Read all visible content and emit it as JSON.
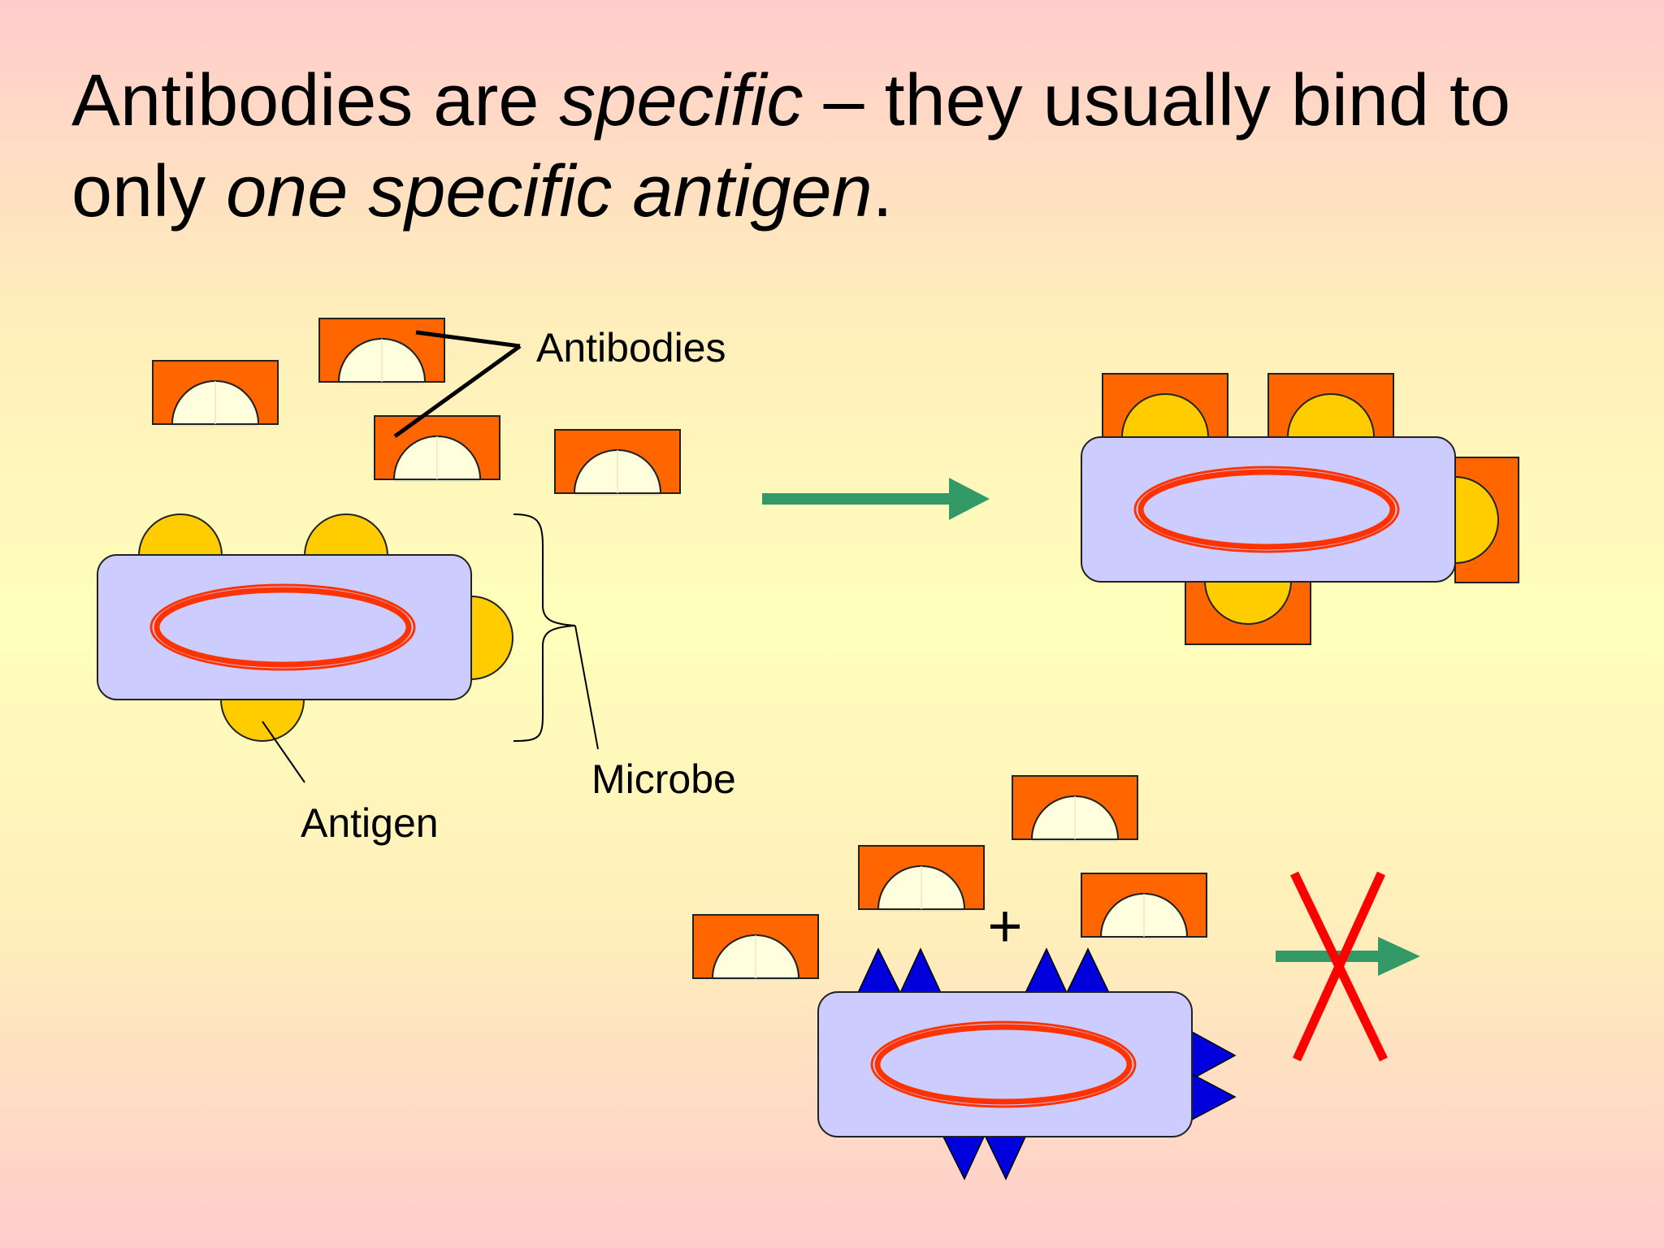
{
  "title": {
    "part1": "Antibodies are ",
    "em1": "specific",
    "part2": " – they usually bind to only ",
    "em2": "one specific antigen",
    "part3": "."
  },
  "labels": {
    "antibodies": "Antibodies",
    "antigen": "Antigen",
    "microbe": "Microbe",
    "plus": "+"
  },
  "colors": {
    "antibody_body": "#ff6600",
    "antibody_pocket": "#ffffdd",
    "antigen": "#ffcc00",
    "microbe_body": "#ccccff",
    "nucleoid_ring": "#ff3300",
    "mismatched_antigen": "#0000dd",
    "arrow": "#339966",
    "cross": "#ff0000"
  }
}
